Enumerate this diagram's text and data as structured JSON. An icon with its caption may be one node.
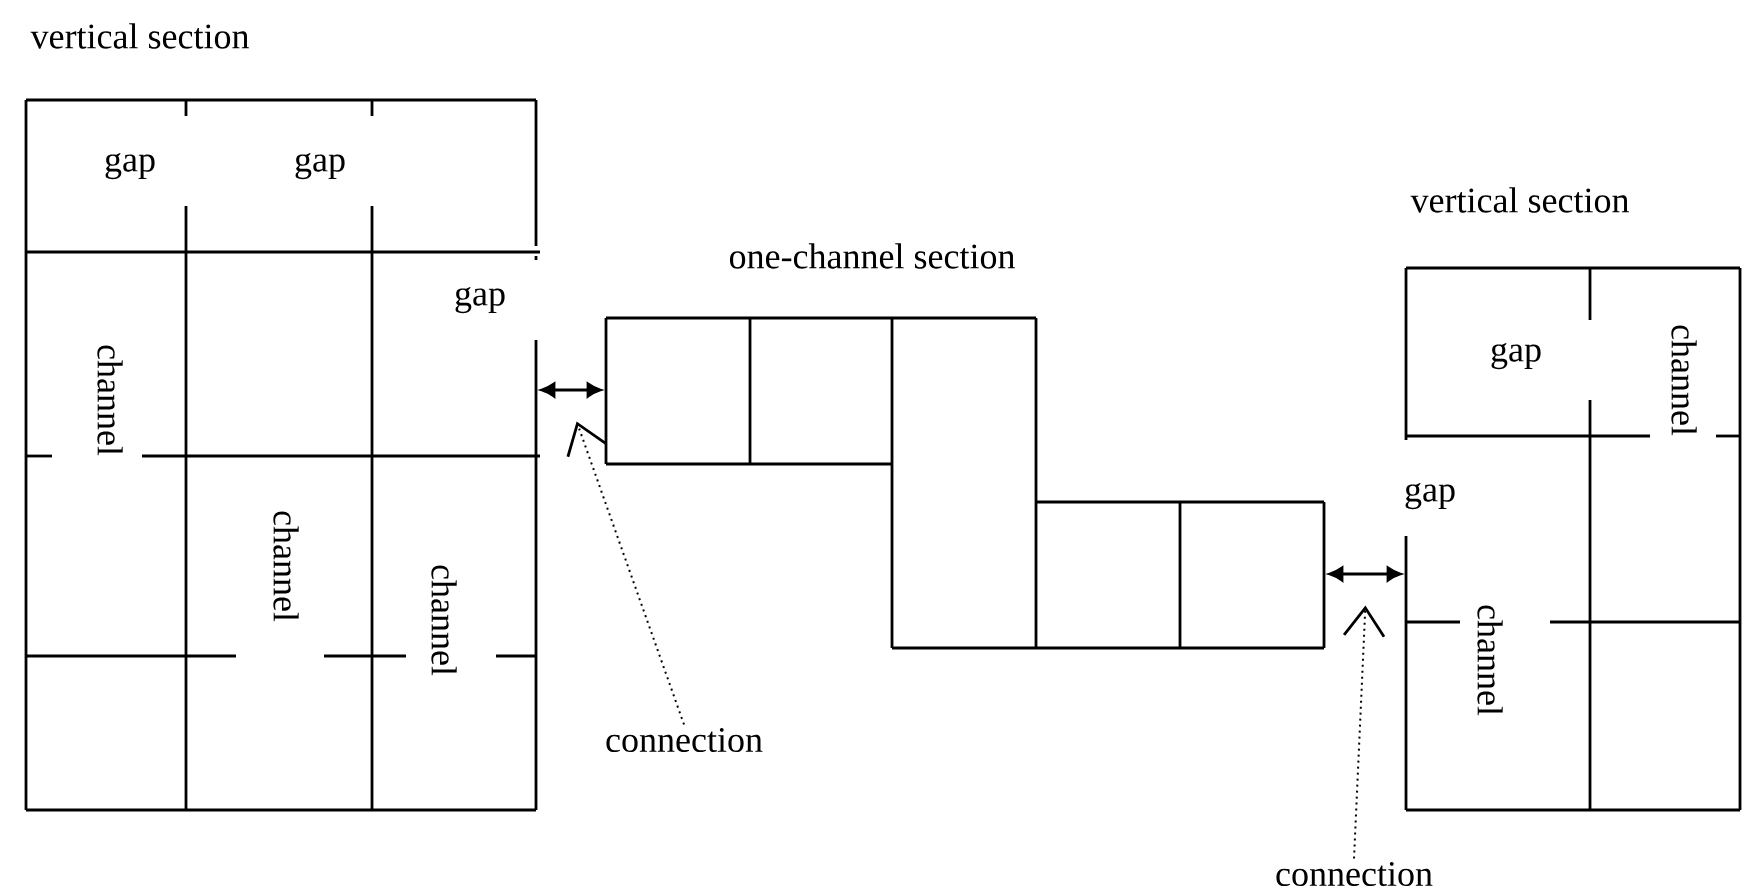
{
  "diagram": {
    "nodes": [
      {
        "text": [
          "vertical section"
        ]
      },
      {
        "text": [
          "one-channel section"
        ]
      },
      {
        "text": [
          "vertical section"
        ]
      },
      {
        "text": [
          "connection"
        ]
      },
      {
        "text": [
          "connection"
        ]
      }
    ],
    "edges": [
      {
        "from": 0,
        "to": 1,
        "arrow": "both"
      },
      {
        "from": 1,
        "to": 2,
        "arrow": "both"
      },
      {
        "from": 3,
        "to": 1,
        "arrow": "to",
        "style": "dashed"
      },
      {
        "from": 4,
        "to": 1,
        "arrow": "to",
        "style": "dashed"
      }
    ],
    "labels": [
      "gap",
      "gap",
      "gap",
      "channel",
      "channel",
      "channel",
      "gap",
      "channel",
      "gap",
      "channel"
    ]
  }
}
